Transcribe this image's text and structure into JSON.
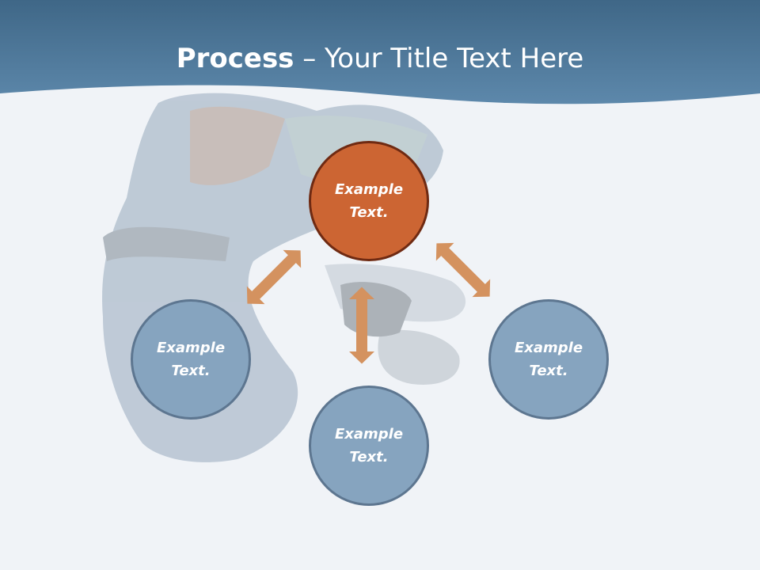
{
  "title": {
    "bold": "Process",
    "rest": " – Your Title Text Here"
  },
  "nodes": {
    "top": "Example Text.",
    "left": "Example Text.",
    "right": "Example Text.",
    "bottom": "Example Text."
  },
  "colors": {
    "header": "#5a84a6",
    "background": "#f0f3f7",
    "node_blue": "#86a4bf",
    "node_orange": "#cc6533",
    "arrow": "#d4925f"
  }
}
